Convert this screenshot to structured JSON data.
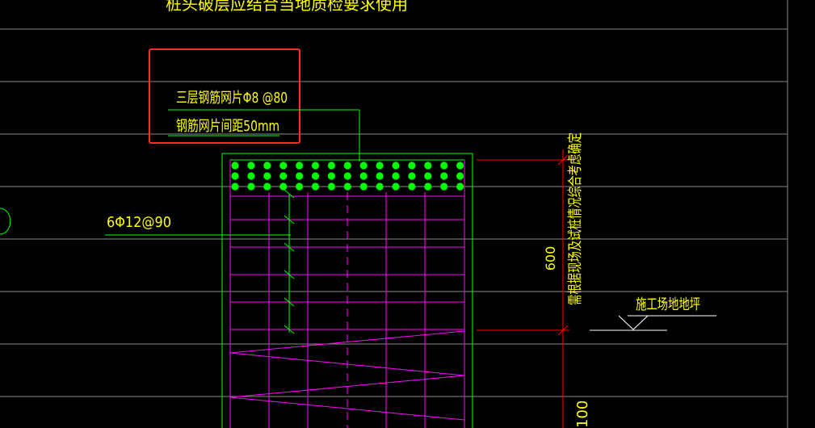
{
  "drawing": {
    "top_note": "桩头破层应结合当地质检要求使用",
    "callout": {
      "line1": "三层钢筋网片Φ8 @80",
      "line2": "钢筋网片间距50mm"
    },
    "rebar_label": "6Φ12@90",
    "dim_600": "600",
    "vertical_note": "需根据现场及试桩情况综合考虑确定",
    "site_label": "施工场地地坪",
    "dim_bottom": "100"
  },
  "colors": {
    "background": "#000000",
    "text": "#ffff00",
    "outline": "#00ff00",
    "rebar": "#ff00ff",
    "dimension": "#ff0000",
    "highlight": "#ff2a2a",
    "rule_lines": "#8a8a8a",
    "dots": "#00ff00"
  }
}
